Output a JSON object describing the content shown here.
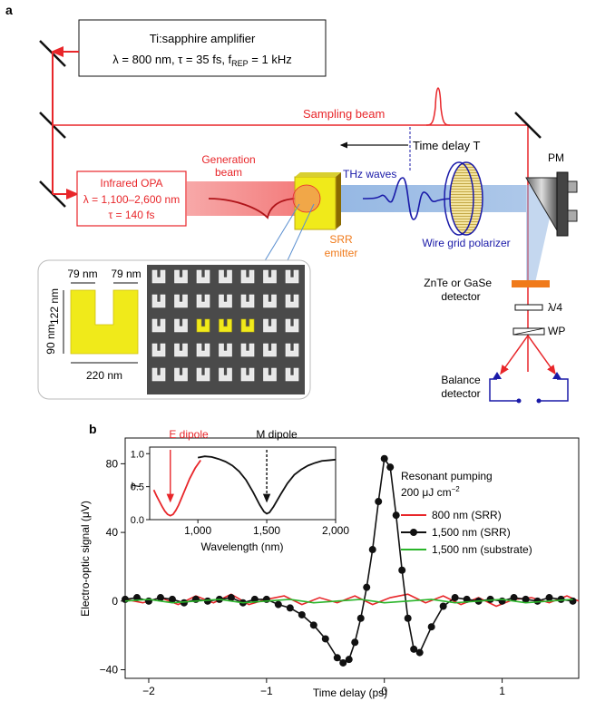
{
  "panel_a": {
    "label": "a",
    "laser": {
      "title": "Ti:sapphire amplifier",
      "params": [
        "λ = 800 nm, τ = 35 fs, f",
        "REP",
        " = 1 kHz"
      ]
    },
    "sampling_beam": "Sampling beam",
    "time_delay": "Time delay T",
    "generation_beam": [
      "Generation",
      "beam"
    ],
    "opa": {
      "title": "Infrared OPA",
      "lambda": "λ = 1,100–2,600 nm",
      "tau": "τ = 140 fs"
    },
    "thz_waves": "THz waves",
    "srr_emitter": [
      "SRR",
      "emitter"
    ],
    "wire_grid": "Wire grid polarizer",
    "pm": "PM",
    "detector_crystal": [
      "ZnTe or GaSe",
      "detector"
    ],
    "quarter_wave": "λ/4",
    "wp": "WP",
    "balance_detector": [
      "Balance",
      "detector"
    ],
    "inset": {
      "dim_left_top": "79 nm",
      "dim_right_top": "79 nm",
      "dim_height": "122 nm",
      "dim_left": "90 nm",
      "dim_bottom": "220 nm"
    }
  },
  "panel_b": {
    "label": "b",
    "main_chart": {
      "ylabel": "Electro-optic signal (μV)",
      "xlabel": "Time delay (ps)"
    },
    "legend_note": [
      "Resonant pumping",
      "200 μJ cm",
      "−2"
    ],
    "inset_labels": {
      "e_dipole": "E dipole",
      "m_dipole": "M dipole",
      "ylabel": "T",
      "xlabel": "Wavelength (nm)"
    }
  },
  "colors": {
    "red": "#e8262a",
    "black": "#111111",
    "green": "#2ab52a",
    "blue": "#1a1aa8",
    "orange": "#f07a1a",
    "yellow": "#f0ea1a",
    "beam": "#f26f6f",
    "thz": "#8ab0e0"
  },
  "chart_data": [
    {
      "type": "line",
      "xlabel": "Time delay (ps)",
      "ylabel": "Electro-optic signal (μV)",
      "xlim": [
        -2.2,
        1.65
      ],
      "ylim": [
        -45,
        95
      ],
      "xticks": [
        -2,
        -1,
        0,
        1
      ],
      "yticks": [
        -40,
        0,
        40,
        80
      ],
      "xtick_labels": [
        "−2",
        "−1",
        "0",
        "1"
      ],
      "ytick_labels": [
        "−40",
        "0",
        "40",
        "80"
      ],
      "legend_position": "right",
      "series": [
        {
          "name": "800 nm (SRR)",
          "color": "#e8262a",
          "x": [
            -2.2,
            -2.05,
            -1.9,
            -1.75,
            -1.6,
            -1.45,
            -1.3,
            -1.15,
            -1.0,
            -0.85,
            -0.7,
            -0.55,
            -0.4,
            -0.25,
            -0.1,
            0.05,
            0.2,
            0.35,
            0.5,
            0.65,
            0.8,
            0.95,
            1.1,
            1.25,
            1.4,
            1.55,
            1.65
          ],
          "y": [
            1,
            -1,
            2,
            -2,
            3,
            -1,
            4,
            -2,
            1,
            3,
            -2,
            2,
            -1,
            3,
            -2,
            2,
            4,
            -1,
            3,
            -2,
            2,
            -3,
            1,
            2,
            -1,
            3,
            0
          ]
        },
        {
          "name": "1,500 nm (SRR)",
          "color": "#111111",
          "markers": true,
          "x": [
            -2.2,
            -2.1,
            -2.0,
            -1.9,
            -1.8,
            -1.7,
            -1.6,
            -1.5,
            -1.4,
            -1.3,
            -1.2,
            -1.1,
            -1.0,
            -0.9,
            -0.8,
            -0.7,
            -0.6,
            -0.5,
            -0.4,
            -0.35,
            -0.3,
            -0.25,
            -0.2,
            -0.15,
            -0.1,
            -0.05,
            0.0,
            0.05,
            0.1,
            0.15,
            0.2,
            0.25,
            0.3,
            0.4,
            0.5,
            0.6,
            0.7,
            0.8,
            0.9,
            1.0,
            1.1,
            1.2,
            1.3,
            1.4,
            1.5,
            1.6
          ],
          "y": [
            1,
            2,
            0,
            2,
            1,
            -1,
            1,
            0,
            1,
            2,
            -1,
            1,
            1,
            -2,
            -4,
            -8,
            -14,
            -22,
            -33,
            -36,
            -34,
            -24,
            -10,
            8,
            30,
            58,
            83,
            78,
            50,
            18,
            -10,
            -28,
            -30,
            -15,
            -3,
            2,
            1,
            0,
            1,
            0,
            2,
            1,
            0,
            2,
            1,
            0
          ]
        },
        {
          "name": "1,500 nm (substrate)",
          "color": "#2ab52a",
          "x": [
            -2.2,
            -2.0,
            -1.8,
            -1.6,
            -1.4,
            -1.2,
            -1.0,
            -0.8,
            -0.6,
            -0.4,
            -0.2,
            0.0,
            0.2,
            0.4,
            0.6,
            0.8,
            1.0,
            1.2,
            1.4,
            1.6
          ],
          "y": [
            0,
            1,
            -1,
            0,
            1,
            -1,
            0,
            1,
            -1,
            0,
            1,
            -1,
            0,
            1,
            -1,
            0,
            1,
            -1,
            0,
            1
          ]
        }
      ]
    },
    {
      "type": "line",
      "xlabel": "Wavelength (nm)",
      "ylabel": "T",
      "xlim": [
        650,
        2000
      ],
      "ylim": [
        0,
        1.1
      ],
      "xticks": [
        1000,
        1500,
        2000
      ],
      "yticks": [
        0,
        0.5,
        1.0
      ],
      "xtick_labels": [
        "1,000",
        "1,500",
        "2,000"
      ],
      "ytick_labels": [
        "0.0",
        "0.5",
        "1.0"
      ],
      "annotations": [
        {
          "label": "E dipole",
          "x": 800,
          "color": "#e8262a"
        },
        {
          "label": "M dipole",
          "x": 1500,
          "color": "#111111"
        }
      ],
      "series": [
        {
          "name": "",
          "color": "#e8262a",
          "x": [
            680,
            700,
            720,
            740,
            760,
            780,
            800,
            820,
            840,
            860,
            880,
            900,
            920,
            940,
            960,
            980,
            1000,
            1020
          ],
          "y": [
            0.45,
            0.36,
            0.28,
            0.2,
            0.13,
            0.08,
            0.06,
            0.08,
            0.14,
            0.22,
            0.32,
            0.42,
            0.52,
            0.62,
            0.7,
            0.78,
            0.84,
            0.9
          ]
        },
        {
          "name": "",
          "color": "#111111",
          "x": [
            1000,
            1050,
            1100,
            1150,
            1200,
            1250,
            1300,
            1350,
            1400,
            1450,
            1480,
            1500,
            1520,
            1550,
            1600,
            1650,
            1700,
            1750,
            1800,
            1850,
            1900,
            1950,
            2000
          ],
          "y": [
            0.94,
            0.96,
            0.95,
            0.92,
            0.88,
            0.82,
            0.73,
            0.6,
            0.42,
            0.22,
            0.12,
            0.09,
            0.11,
            0.2,
            0.38,
            0.55,
            0.68,
            0.76,
            0.82,
            0.86,
            0.89,
            0.9,
            0.91
          ]
        }
      ]
    }
  ]
}
